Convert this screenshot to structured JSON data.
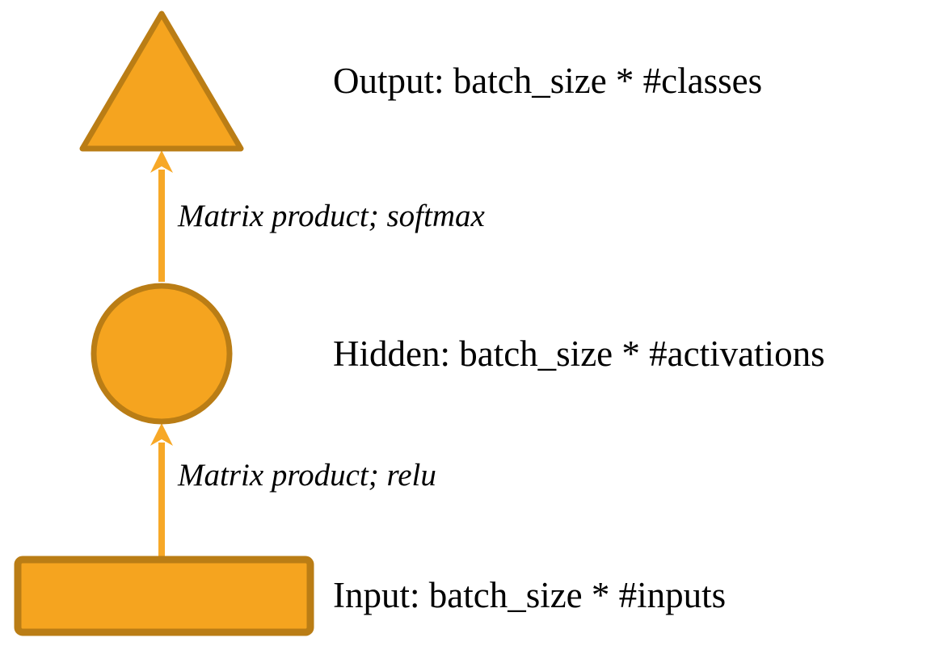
{
  "diagram": {
    "title": "feedforward-network-shapes",
    "nodes": [
      {
        "id": "output",
        "shape": "triangle",
        "label": "Output: batch_size * #classes"
      },
      {
        "id": "hidden",
        "shape": "circle",
        "label": "Hidden: batch_size * #activations"
      },
      {
        "id": "input",
        "shape": "rectangle",
        "label": "Input: batch_size * #inputs"
      }
    ],
    "edges": [
      {
        "from": "hidden",
        "to": "output",
        "label": "Matrix product; softmax"
      },
      {
        "from": "input",
        "to": "hidden",
        "label": "Matrix product; relu"
      }
    ]
  },
  "colors": {
    "shape_fill": "#F5A41F",
    "shape_border": "#BA7D15",
    "arrow": "#F7A827",
    "text": "#000000",
    "background": "#FFFFFF"
  }
}
